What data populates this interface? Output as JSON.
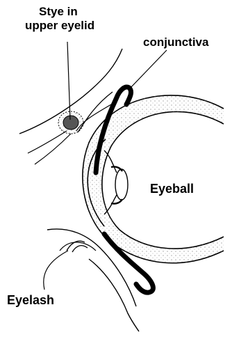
{
  "labels": {
    "stye_line1": "Stye in",
    "stye_line2": "upper eyelid",
    "conjunctiva": "conjunctiva",
    "eyeball": "Eyeball",
    "eyelash": "Eyelash"
  },
  "colors": {
    "ink": "#000000",
    "stye": "#555555",
    "background": "#ffffff"
  }
}
